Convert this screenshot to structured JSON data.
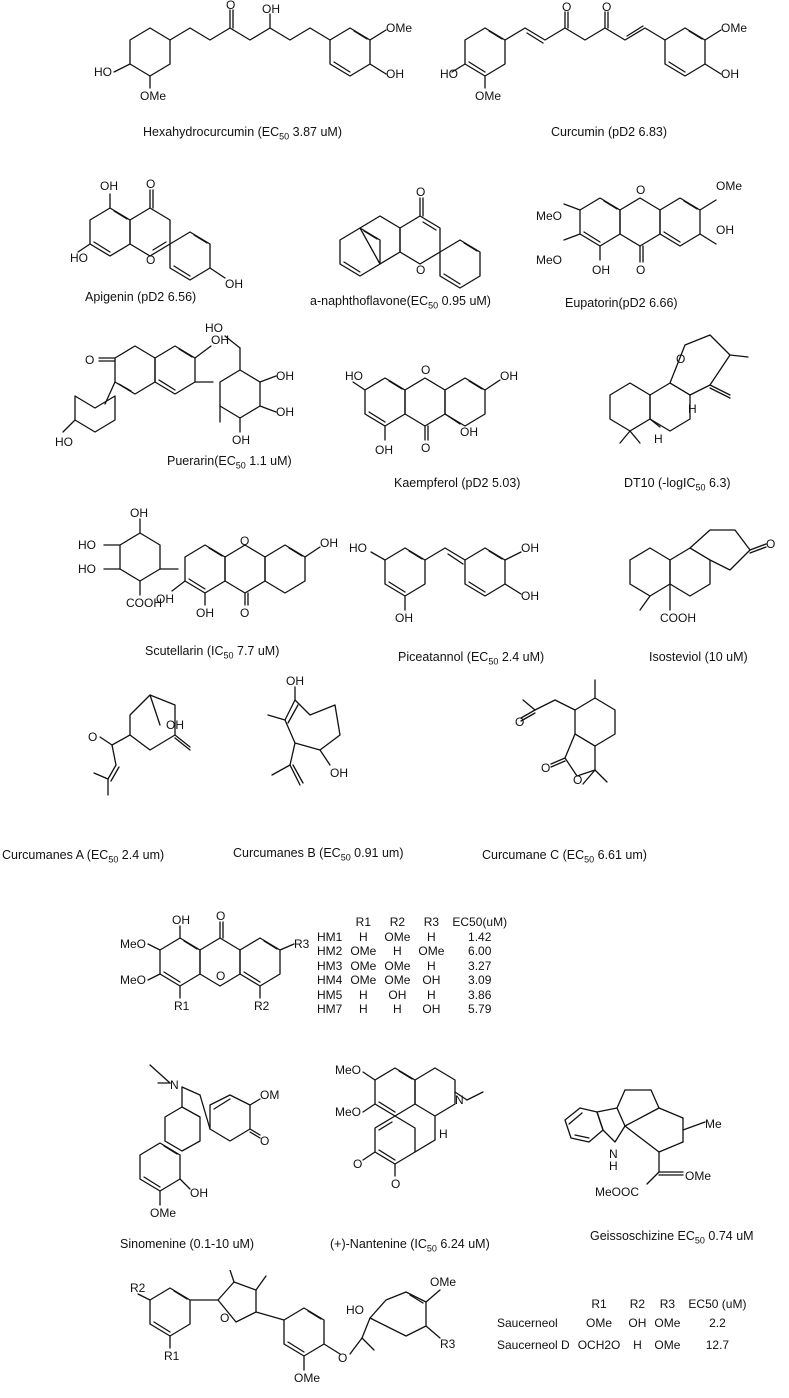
{
  "captions": {
    "hexahydrocurcumin": {
      "name": "Hexahydrocurcumin (",
      "ec": "EC",
      "sub": "50",
      "value": " 3.87 uM)"
    },
    "curcumin": {
      "name": "Curcumin (pD2 6.83)"
    },
    "apigenin": {
      "name": "Apigenin (pD2 6.56)"
    },
    "naphthoflavone": {
      "name": "a-naphthoflavone(",
      "ec": "EC",
      "sub": "50",
      "value": " 0.95 uM)"
    },
    "eupatorin": {
      "name": "Eupatorin(pD2 6.66)"
    },
    "puerarin": {
      "name": "Puerarin(",
      "ec": "EC",
      "sub": "50",
      "value": " 1.1 uM)"
    },
    "kaempferol": {
      "name": "Kaempferol (pD2 5.03)"
    },
    "dt10": {
      "name": "DT10 (-logIC",
      "sub": "50",
      "value": " 6.3)"
    },
    "scutellarin": {
      "name": "Scutellarin (IC",
      "sub": "50",
      "value": " 7.7 uM)"
    },
    "piceatannol": {
      "name": "Piceatannol (",
      "ec": "EC",
      "sub": "50",
      "value": " 2.4 uM)"
    },
    "isosteviol": {
      "name": "Isosteviol (10 uM)"
    },
    "curcumanes_a": {
      "name": "Curcumanes A (",
      "ec": "EC",
      "sub": "50",
      "value": " 2.4 um)"
    },
    "curcumanes_b": {
      "name": "Curcumanes  B (",
      "ec": "EC",
      "sub": "50",
      "value": " 0.91 um)"
    },
    "curcumane_c": {
      "name": "Curcumane C (",
      "ec": "EC",
      "sub": "50",
      "value": " 6.61 um)"
    },
    "sinomenine": {
      "name": "Sinomenine (0.1-10 uM)"
    },
    "nantenine": {
      "name": "(+)-Nantenine (IC",
      "sub": "50",
      "value": " 6.24 uM)"
    },
    "geissoschizine": {
      "name": "Geissoschizine ",
      "ec": "EC",
      "sub": "50",
      "value": " 0.74 uM"
    }
  },
  "atom_labels": {
    "oh": "OH",
    "ho": "HO",
    "ome": "OMe",
    "meo": "MeO",
    "o": "O",
    "h": "H",
    "cooh": "COOH",
    "meooc": "MeOOC",
    "n": "N",
    "me": "Me",
    "r1": "R1",
    "r2": "R2",
    "r3": "R3"
  },
  "hm_table": {
    "headers": [
      "",
      "R1",
      "R2",
      "R3",
      "EC50(uM)"
    ],
    "rows": [
      [
        "HM1",
        "H",
        "OMe",
        "H",
        "1.42"
      ],
      [
        "HM2",
        "OMe",
        "H",
        "OMe",
        "6.00"
      ],
      [
        "HM3",
        "OMe",
        "OMe",
        "H",
        "3.27"
      ],
      [
        "HM4",
        "OMe",
        "OMe",
        "OH",
        "3.09"
      ],
      [
        "HM5",
        "H",
        "OH",
        "H",
        "3.86"
      ],
      [
        "HM7",
        "H",
        "H",
        "OH",
        "5.79"
      ]
    ]
  },
  "saucerneol_table": {
    "headers": [
      "",
      "R1",
      "R2",
      "R3",
      "EC50 (uM)"
    ],
    "rows": [
      [
        "Saucerneol",
        "OMe",
        "OH",
        "OMe",
        "2.2"
      ],
      [
        "Saucerneol D",
        "OCH2O",
        "H",
        "OMe",
        "12.7"
      ]
    ]
  }
}
